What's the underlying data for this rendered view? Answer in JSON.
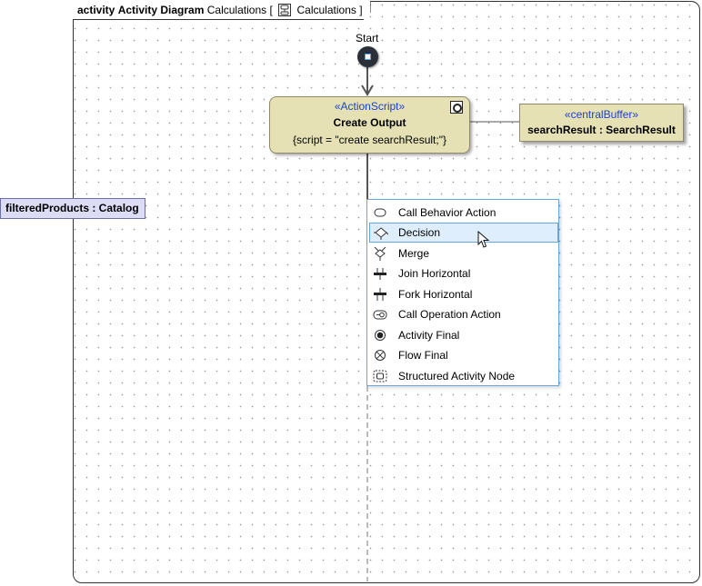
{
  "diagram": {
    "kind": "activity",
    "type_label": "Activity Diagram",
    "name": "Calculations",
    "bracket_open": "[",
    "behavior_name": "Calculations",
    "bracket_close": "]"
  },
  "start_node": {
    "label": "Start"
  },
  "action": {
    "stereotype": "«ActionScript»",
    "name": "Create Output",
    "script": "{script = \"create searchResult;\"}"
  },
  "buffer": {
    "stereotype": "«centralBuffer»",
    "name": "searchResult : SearchResult"
  },
  "object_node": {
    "name": "filteredProducts : Catalog"
  },
  "popup_menu": {
    "highlighted_index": 1,
    "items": [
      {
        "label": "Call Behavior Action",
        "icon": "call-behavior-action-icon"
      },
      {
        "label": "Decision",
        "icon": "decision-icon"
      },
      {
        "label": "Merge",
        "icon": "merge-icon"
      },
      {
        "label": "Join Horizontal",
        "icon": "join-horizontal-icon"
      },
      {
        "label": "Fork Horizontal",
        "icon": "fork-horizontal-icon"
      },
      {
        "label": "Call Operation Action",
        "icon": "call-operation-action-icon"
      },
      {
        "label": "Activity Final",
        "icon": "activity-final-icon"
      },
      {
        "label": "Flow Final",
        "icon": "flow-final-icon"
      },
      {
        "label": "Structured Activity Node",
        "icon": "structured-activity-node-icon"
      }
    ]
  },
  "colors": {
    "action_fill": "#e5e1b4",
    "object_node_fill": "#dcdcf5",
    "stereotype_text": "#1c3fd6",
    "menu_highlight": "#dfeefc",
    "menu_border": "#6aa7d8"
  }
}
